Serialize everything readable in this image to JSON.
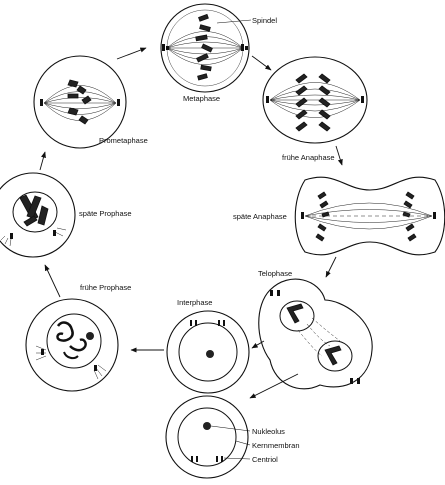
{
  "labels": {
    "spindel": "Spindel",
    "metaphase": "Metaphase",
    "fruehe_anaphase": "frühe Anaphase",
    "spaete_anaphase": "späte Anaphase",
    "telophase": "Telophase",
    "interphase": "Interphase",
    "fruehe_prophase": "frühe Prophase",
    "spaete_prophase": "späte Prophase",
    "prometaphase": "Prometaphase",
    "nukleolus": "Nukleolus",
    "kernmembran": "Kernmembran",
    "centriol": "Centriol"
  }
}
